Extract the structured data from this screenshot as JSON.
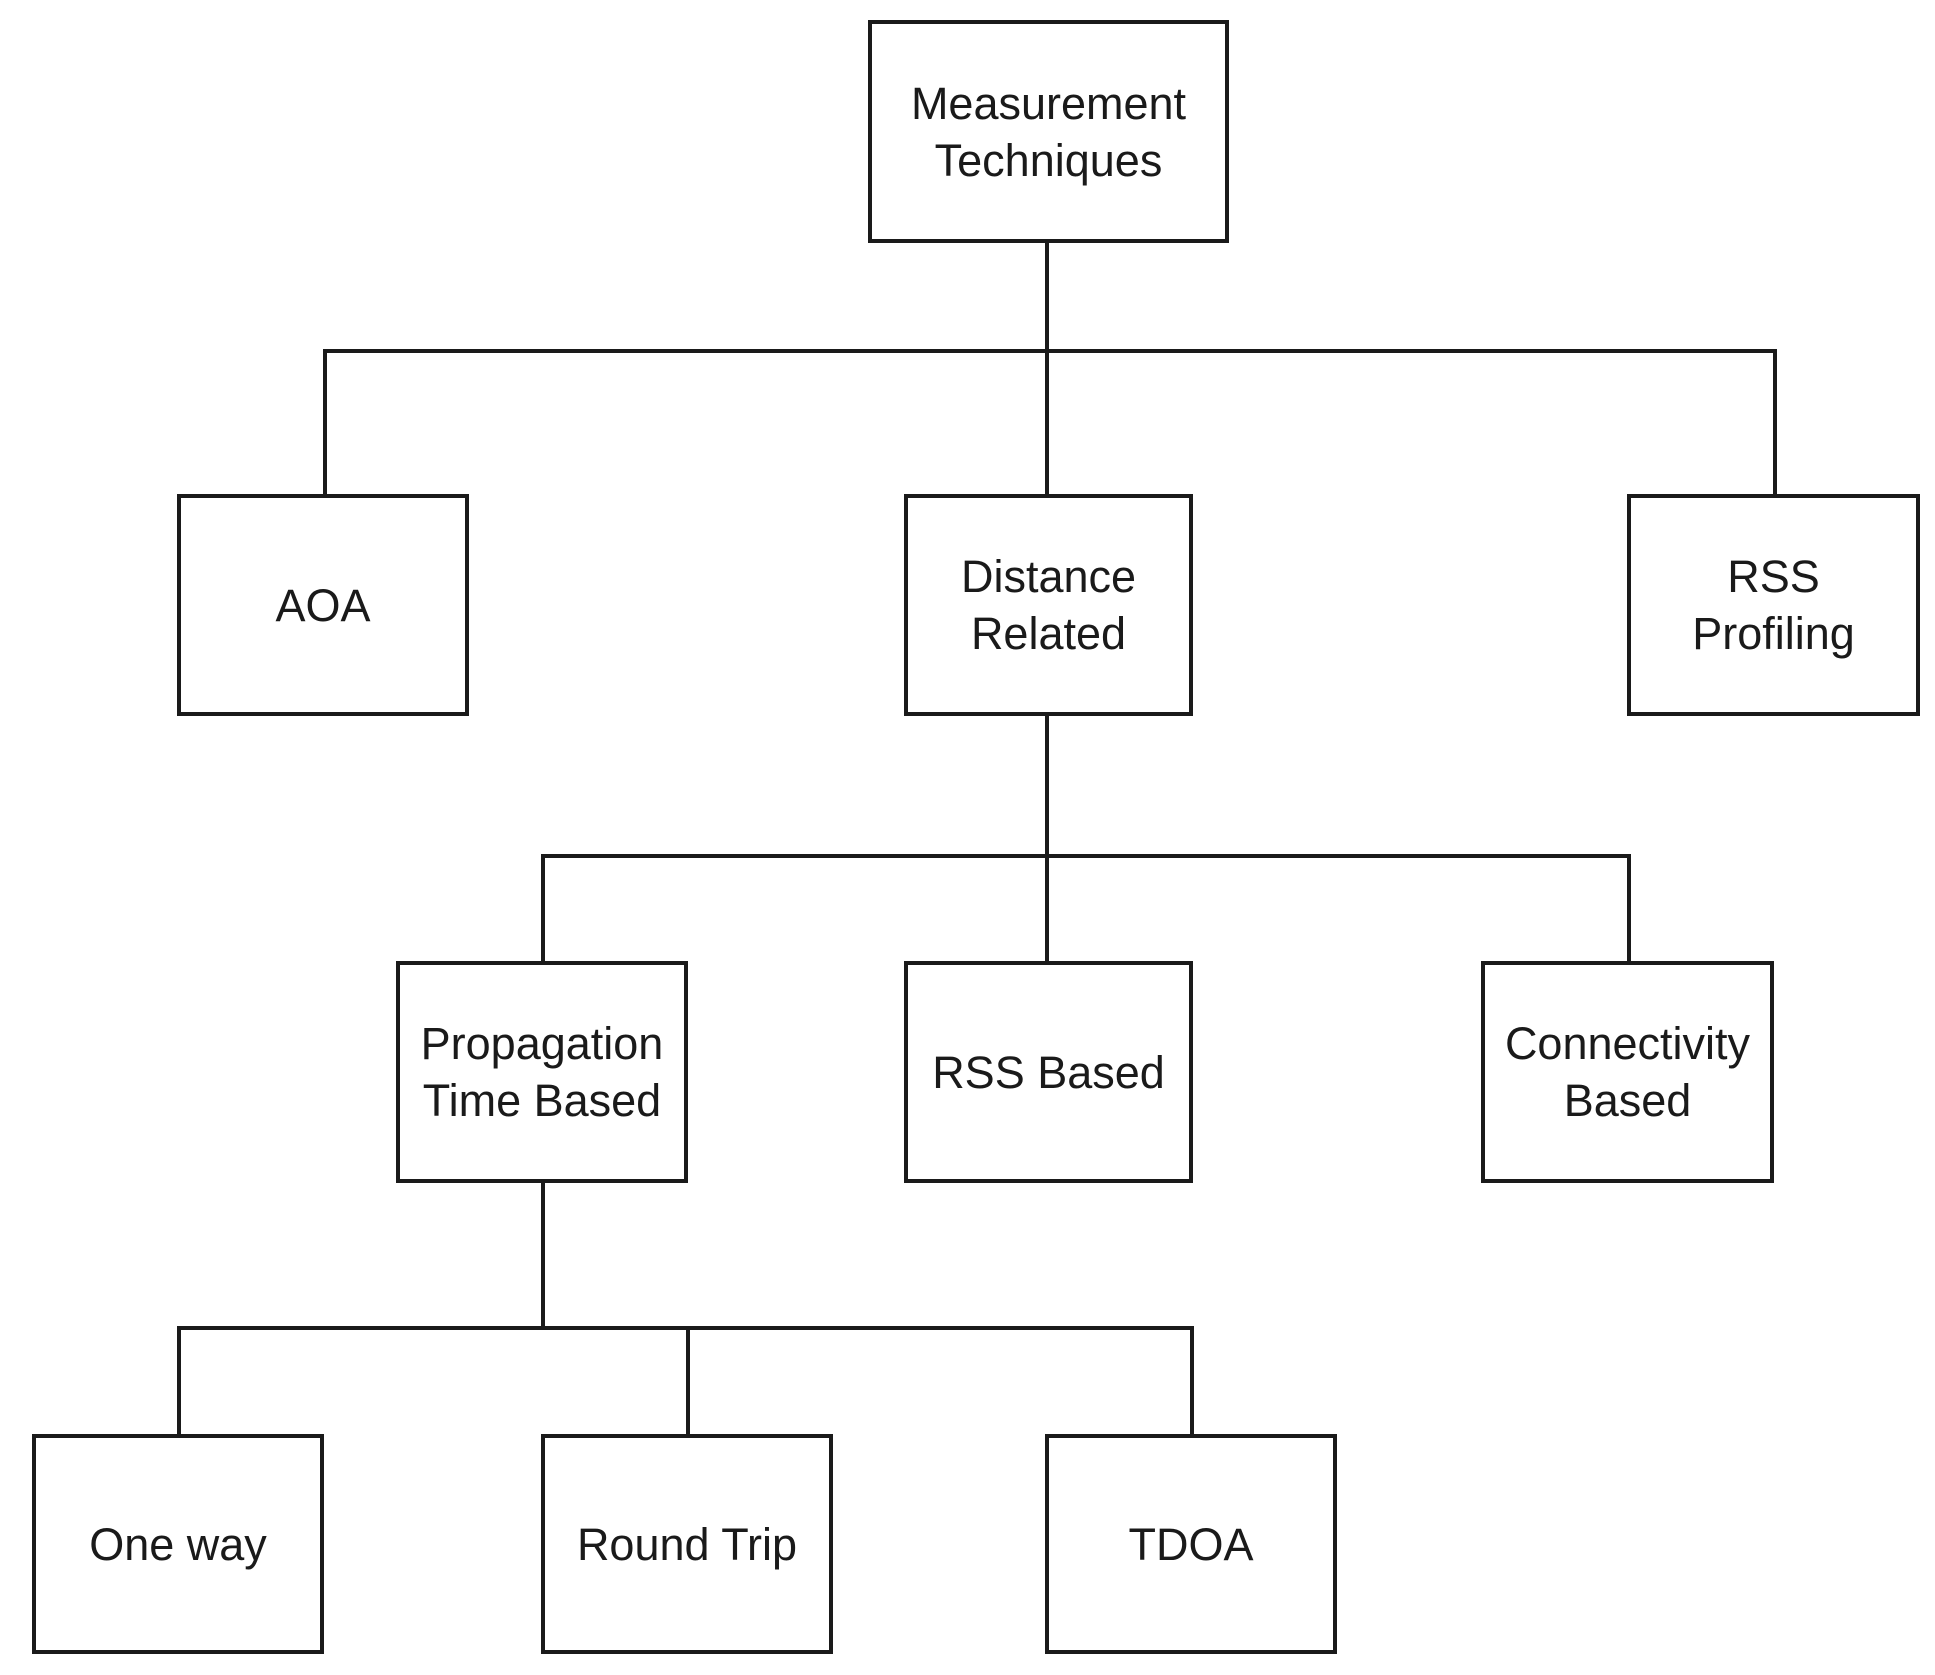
{
  "diagram": {
    "type": "hierarchy",
    "line_color": "#1a1a1a",
    "nodes": {
      "measurement_techniques": {
        "label": "Measurement\nTechniques"
      },
      "aoa": {
        "label": "AOA"
      },
      "distance_related": {
        "label": "Distance\nRelated"
      },
      "rss_profiling": {
        "label": "RSS\nProfiling"
      },
      "propagation_time_based": {
        "label": "Propagation\nTime Based"
      },
      "rss_based": {
        "label": "RSS Based"
      },
      "connectivity_based": {
        "label": "Connectivity\nBased"
      },
      "one_way": {
        "label": "One way"
      },
      "round_trip": {
        "label": "Round Trip"
      },
      "tdoa": {
        "label": "TDOA"
      }
    },
    "edges": [
      {
        "from": "measurement_techniques",
        "to": "aoa"
      },
      {
        "from": "measurement_techniques",
        "to": "distance_related"
      },
      {
        "from": "measurement_techniques",
        "to": "rss_profiling"
      },
      {
        "from": "distance_related",
        "to": "propagation_time_based"
      },
      {
        "from": "distance_related",
        "to": "rss_based"
      },
      {
        "from": "distance_related",
        "to": "connectivity_based"
      },
      {
        "from": "propagation_time_based",
        "to": "one_way"
      },
      {
        "from": "propagation_time_based",
        "to": "round_trip"
      },
      {
        "from": "propagation_time_based",
        "to": "tdoa"
      }
    ]
  }
}
